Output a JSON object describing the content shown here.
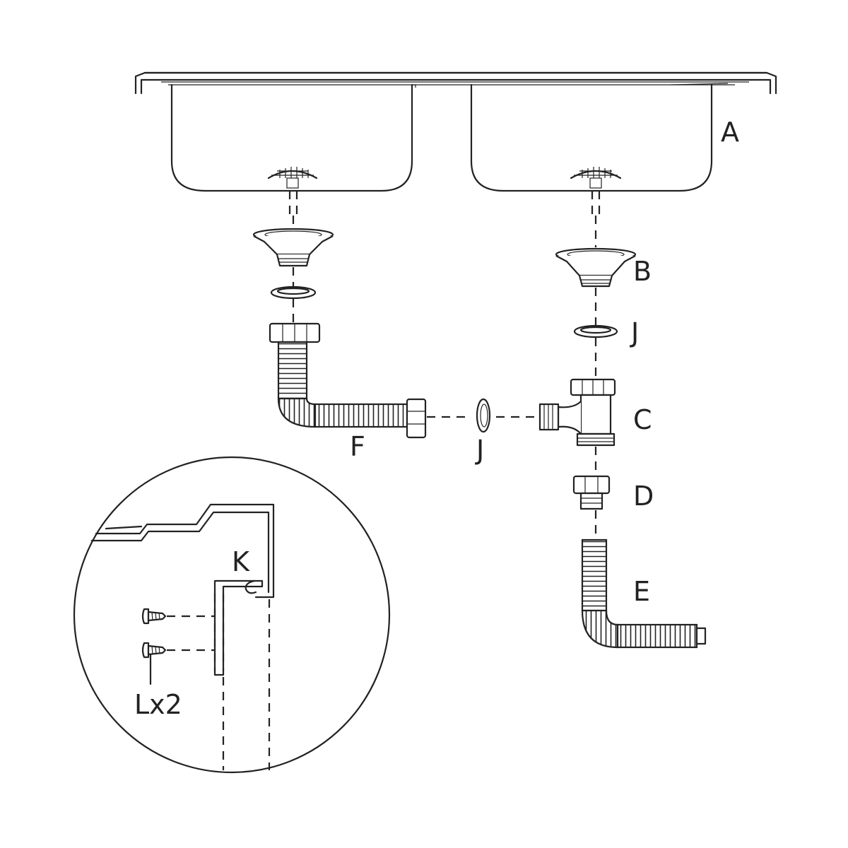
{
  "labels": {
    "A": "A",
    "B": "B",
    "C": "C",
    "D": "D",
    "E": "E",
    "F": "F",
    "J_top": "J",
    "J_bottom": "J",
    "K": "K",
    "L": "Lx2"
  },
  "colors": {
    "line": "#222222",
    "background": "#ffffff"
  }
}
